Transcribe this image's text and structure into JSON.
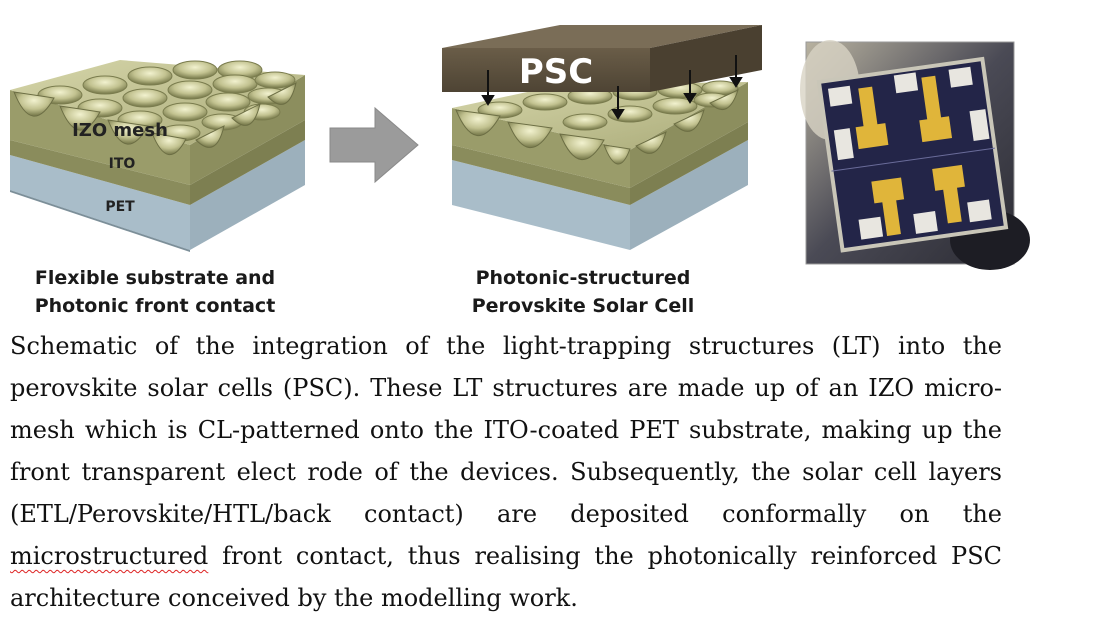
{
  "figure": {
    "left_panel": {
      "layers": [
        "IZO mesh",
        "ITO",
        "PET"
      ],
      "caption_line1": "Flexible substrate and",
      "caption_line2": "Photonic front contact"
    },
    "middle_panel": {
      "cover_label": "PSC",
      "caption_line1": "Photonic-structured",
      "caption_line2": "Perovskite Solar Cell"
    },
    "colors": {
      "mesh_top": "#c9c99a",
      "mesh_side": "#8e9060",
      "ito_side": "#8a8d5e",
      "pet_side": "#a8bcc8",
      "psc_block": "#5e5240",
      "arrow": "#9b9b9b",
      "photo_frame": "#2a2a3c"
    }
  },
  "caption": {
    "lines": [
      "Schematic of the integration of the light-trapping structures (LT) into the",
      "perovskite solar cells (PSC). These LT structures are made up of an IZO micro-",
      "mesh which is CL-patterned onto the ITO-coated PET substrate, making up the",
      "front transparent elect rode of the devices. Subsequently, the solar cell layers",
      "(ETL/Perovskite/HTL/back contact) are deposited conformally on the"
    ],
    "line6_word": "microstructured",
    "line6_rest": " front contact, thus realising the photonically reinforced PSC",
    "line7": "architecture conceived by the modelling work."
  }
}
